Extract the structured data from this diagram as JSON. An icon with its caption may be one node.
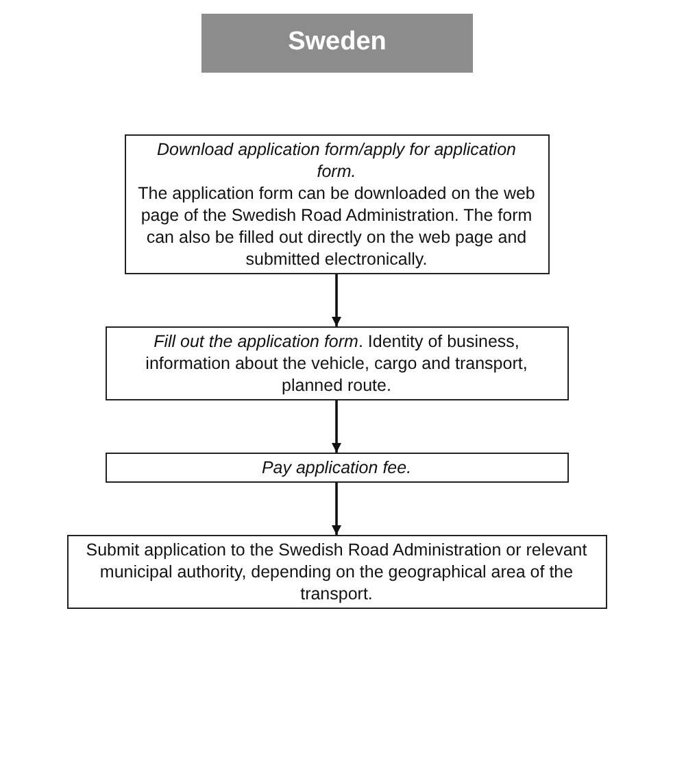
{
  "diagram": {
    "title": "Sweden",
    "nodes": [
      {
        "text": [
          "*Download application form/apply for application form.*",
          "The application form can be downloaded on the web page of the Swedish Road Administration. The form can also be filled out directly on the web page and submitted electronically."
        ]
      },
      {
        "text": [
          "*Fill out the application form*. Identity of business, information about the vehicle, cargo and transport, planned route."
        ]
      },
      {
        "text": [
          "*Pay application fee.*"
        ]
      },
      {
        "text": [
          "Submit application to the Swedish Road Administration or relevant municipal authority, depending on the geographical area of the transport."
        ]
      }
    ],
    "edges": [
      {
        "from": 0,
        "to": 1,
        "arrow": "to"
      },
      {
        "from": 1,
        "to": 2,
        "arrow": "to"
      },
      {
        "from": 2,
        "to": 3,
        "arrow": "to"
      }
    ]
  }
}
